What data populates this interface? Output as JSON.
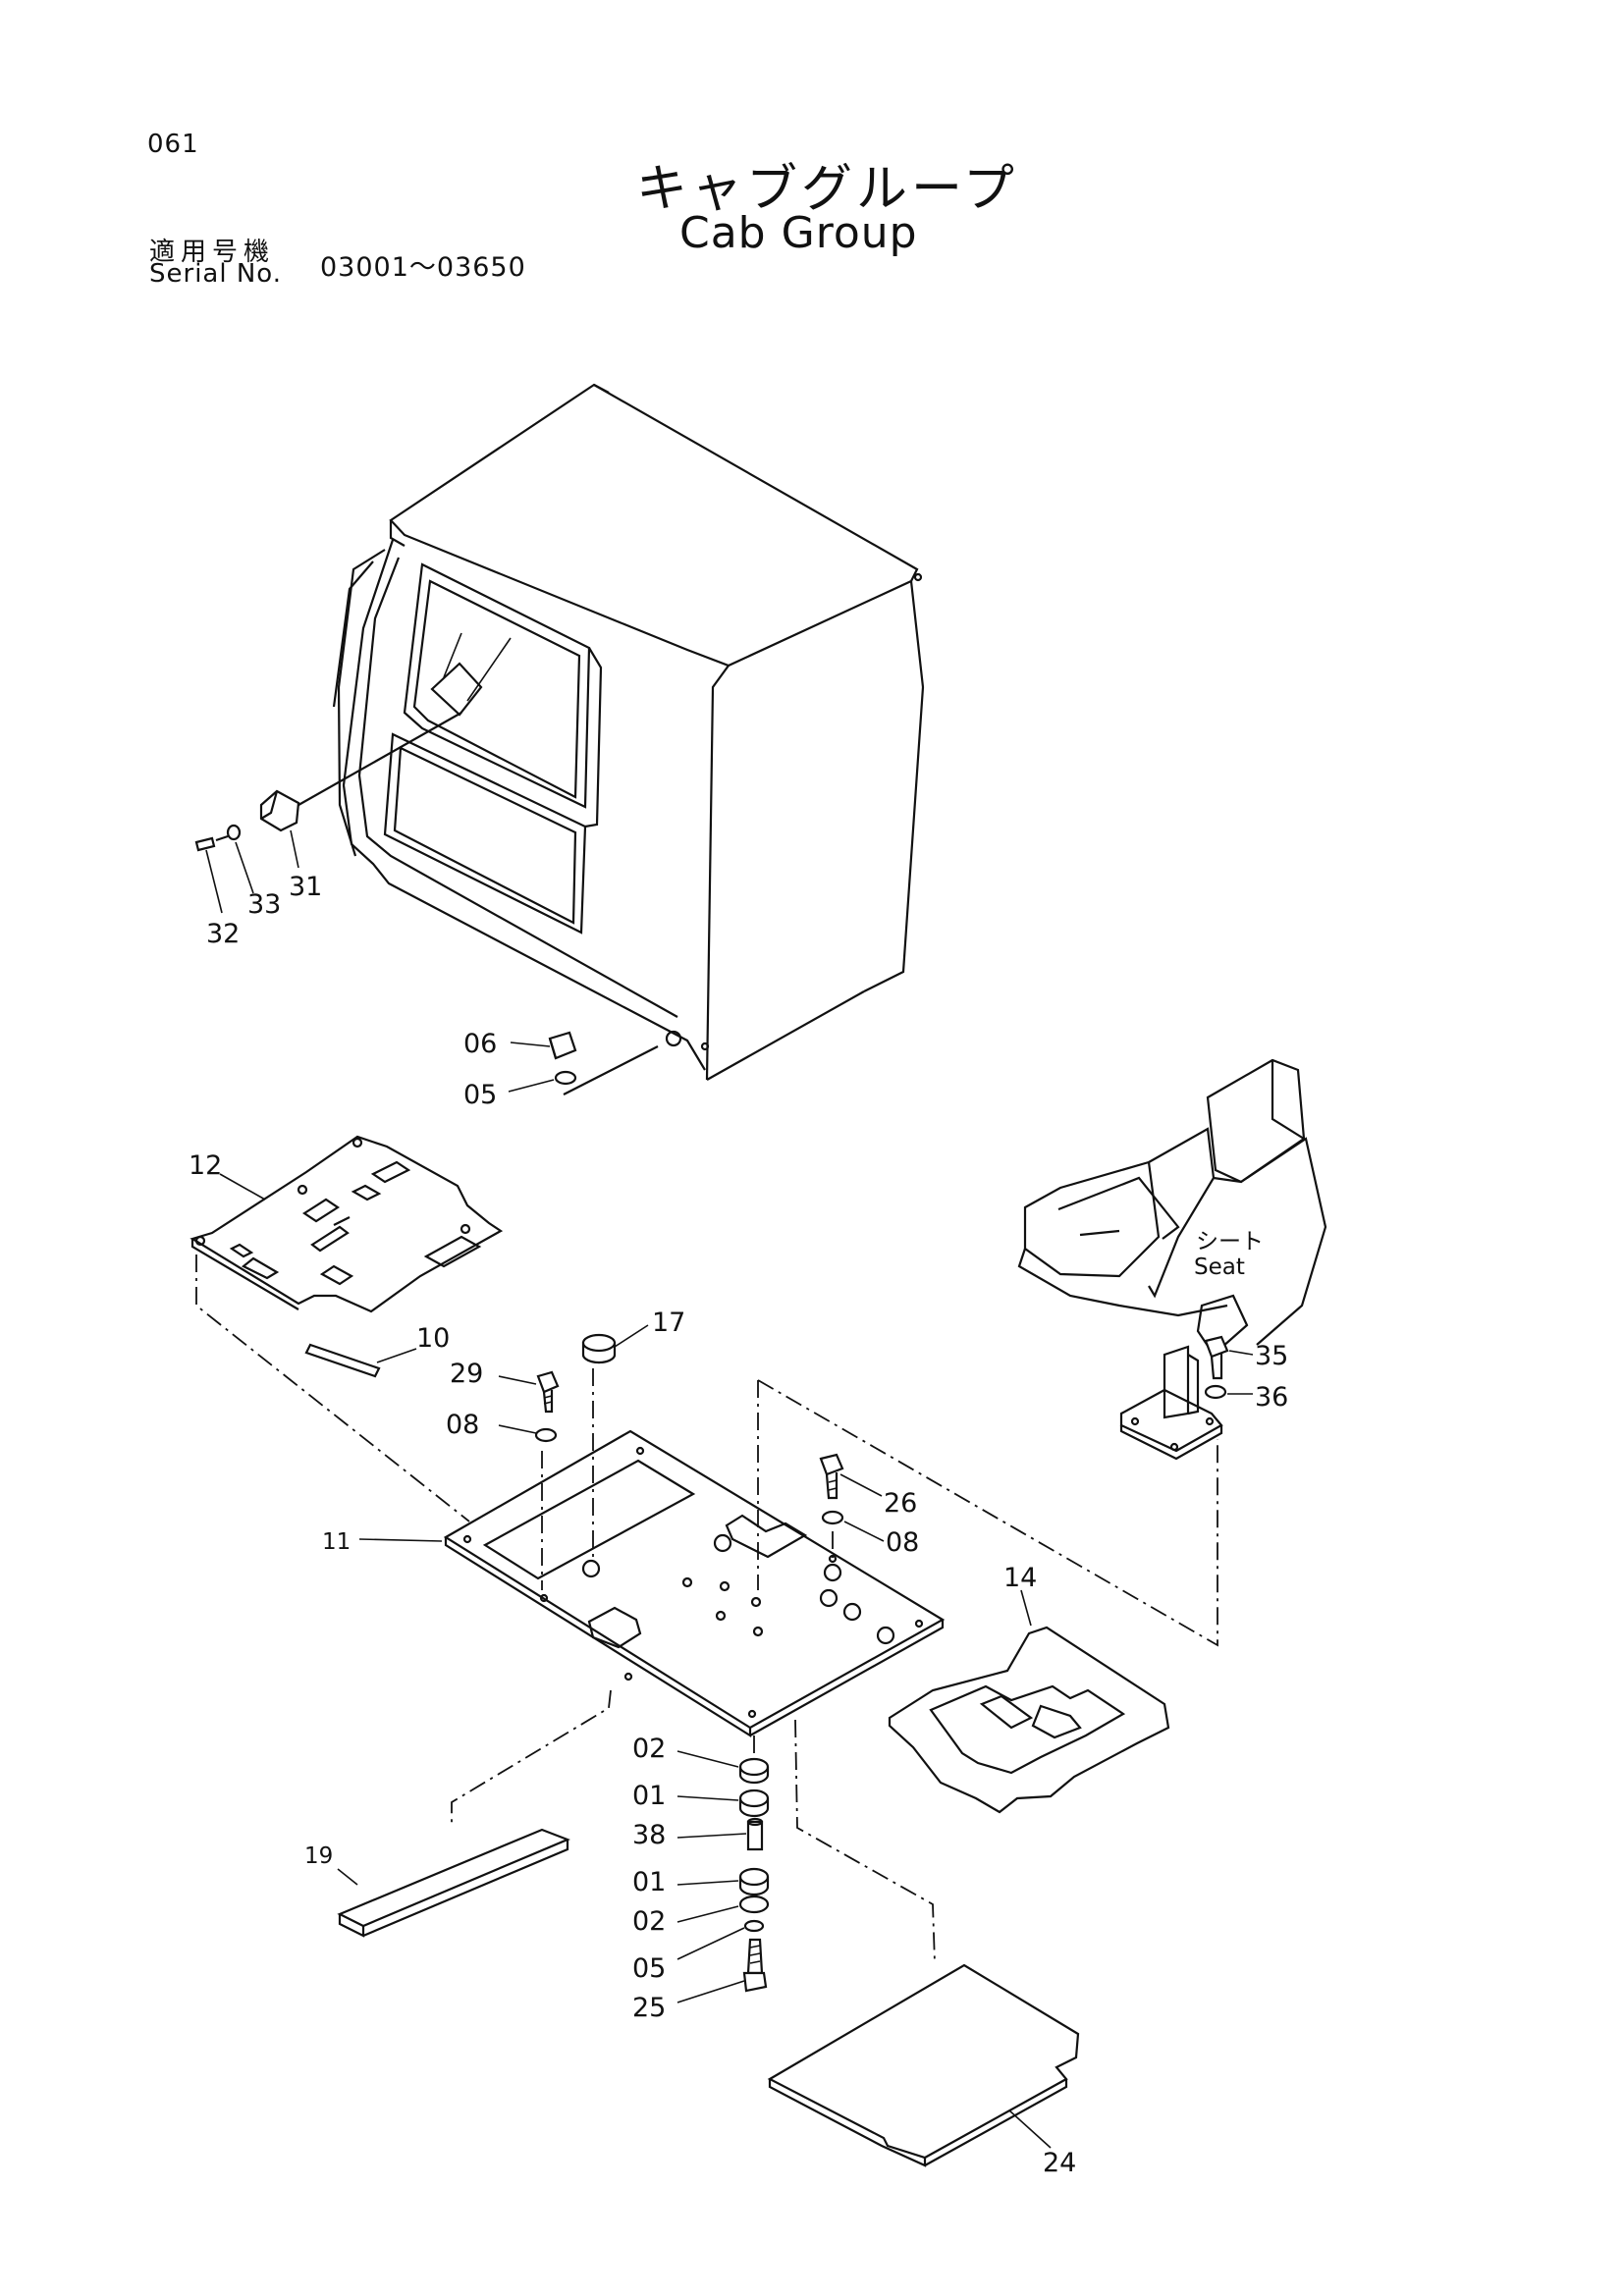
{
  "page_number": "061",
  "title_jp": "キャブグループ",
  "title_en": "Cab Group",
  "serial_label_jp": "適用号機",
  "serial_label_en": "Serial No.",
  "serial_range": "03001〜03650",
  "seat_label_jp": "シート",
  "seat_label_en": "Seat",
  "part_labels": {
    "p32": "32",
    "p33": "33",
    "p31": "31",
    "p06": "06",
    "p05a": "05",
    "p12": "12",
    "p10": "10",
    "p17": "17",
    "p29": "29",
    "p08a": "08",
    "p11": "11",
    "p26": "26",
    "p08b": "08",
    "p35": "35",
    "p36": "36",
    "p14": "14",
    "p02a": "02",
    "p01a": "01",
    "p38": "38",
    "p01b": "01",
    "p02b": "02",
    "p05b": "05",
    "p25": "25",
    "p19": "19",
    "p24": "24"
  }
}
